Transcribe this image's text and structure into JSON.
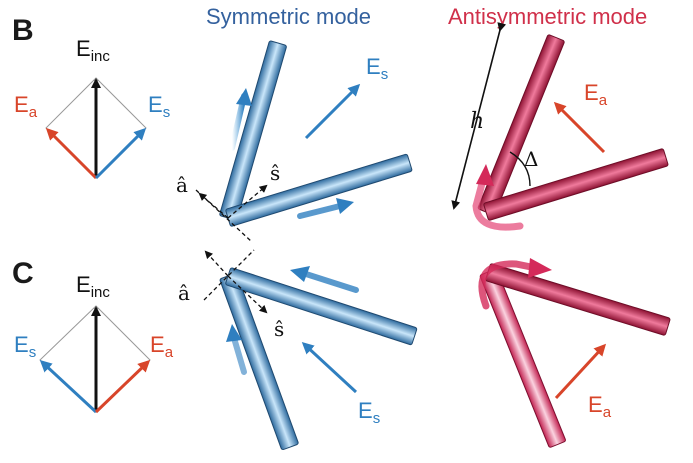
{
  "panels": {
    "b_letter": "B",
    "c_letter": "C"
  },
  "titles": {
    "symmetric": "Symmetric mode",
    "antisymmetric": "Antisymmetric mode"
  },
  "labels": {
    "e_main": "E",
    "inc_sub": "inc",
    "a_sub": "a",
    "s_sub": "s",
    "a_hat": "â",
    "s_hat": "ŝ",
    "h": "h",
    "delta": "Δ"
  },
  "colors": {
    "title_symmetric": "#34619e",
    "title_antisymmetric": "#d0304a",
    "red_arrow": "#d8452a",
    "blue_arrow": "#2f7fc0",
    "black_arrow": "#111111",
    "rod_blue": "#5aa9e0",
    "rod_red": "#d42a5a"
  }
}
